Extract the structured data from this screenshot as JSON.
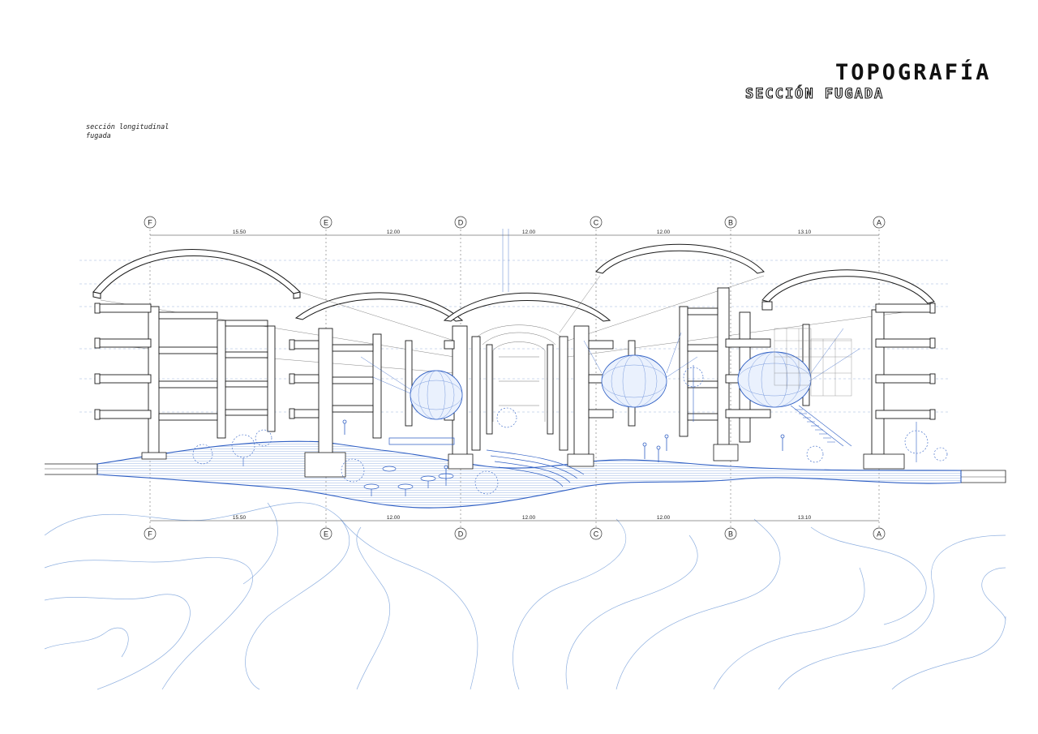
{
  "header": {
    "title": "TOPOGRAFÍA",
    "subtitle": "SECCIÓN FUGADA"
  },
  "note": {
    "line1": "sección longitudinal",
    "line2": "fugada"
  },
  "axes": {
    "labels": [
      "F",
      "E",
      "D",
      "C",
      "B",
      "A"
    ],
    "dimensions": [
      "15.50",
      "12.00",
      "12.00",
      "12.00",
      "13.10"
    ]
  },
  "colors": {
    "line": "#1a1a1a",
    "accent": "#2f5fc4",
    "topography": "#8fb0e0"
  }
}
